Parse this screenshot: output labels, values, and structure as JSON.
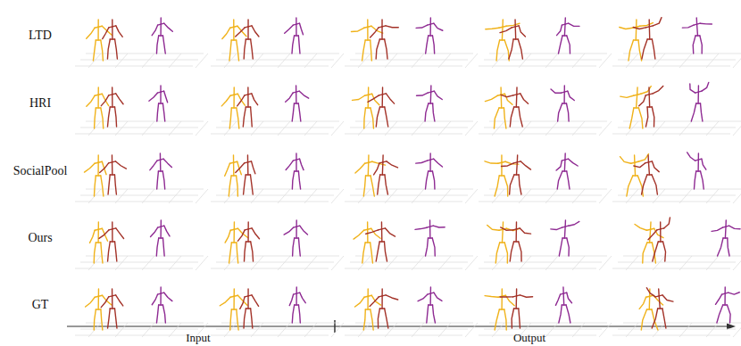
{
  "diagram": {
    "labels": [
      "LTD",
      "HRI",
      "SocialPool",
      "Ours",
      "GT",
      "Input",
      "Output"
    ]
  }
}
